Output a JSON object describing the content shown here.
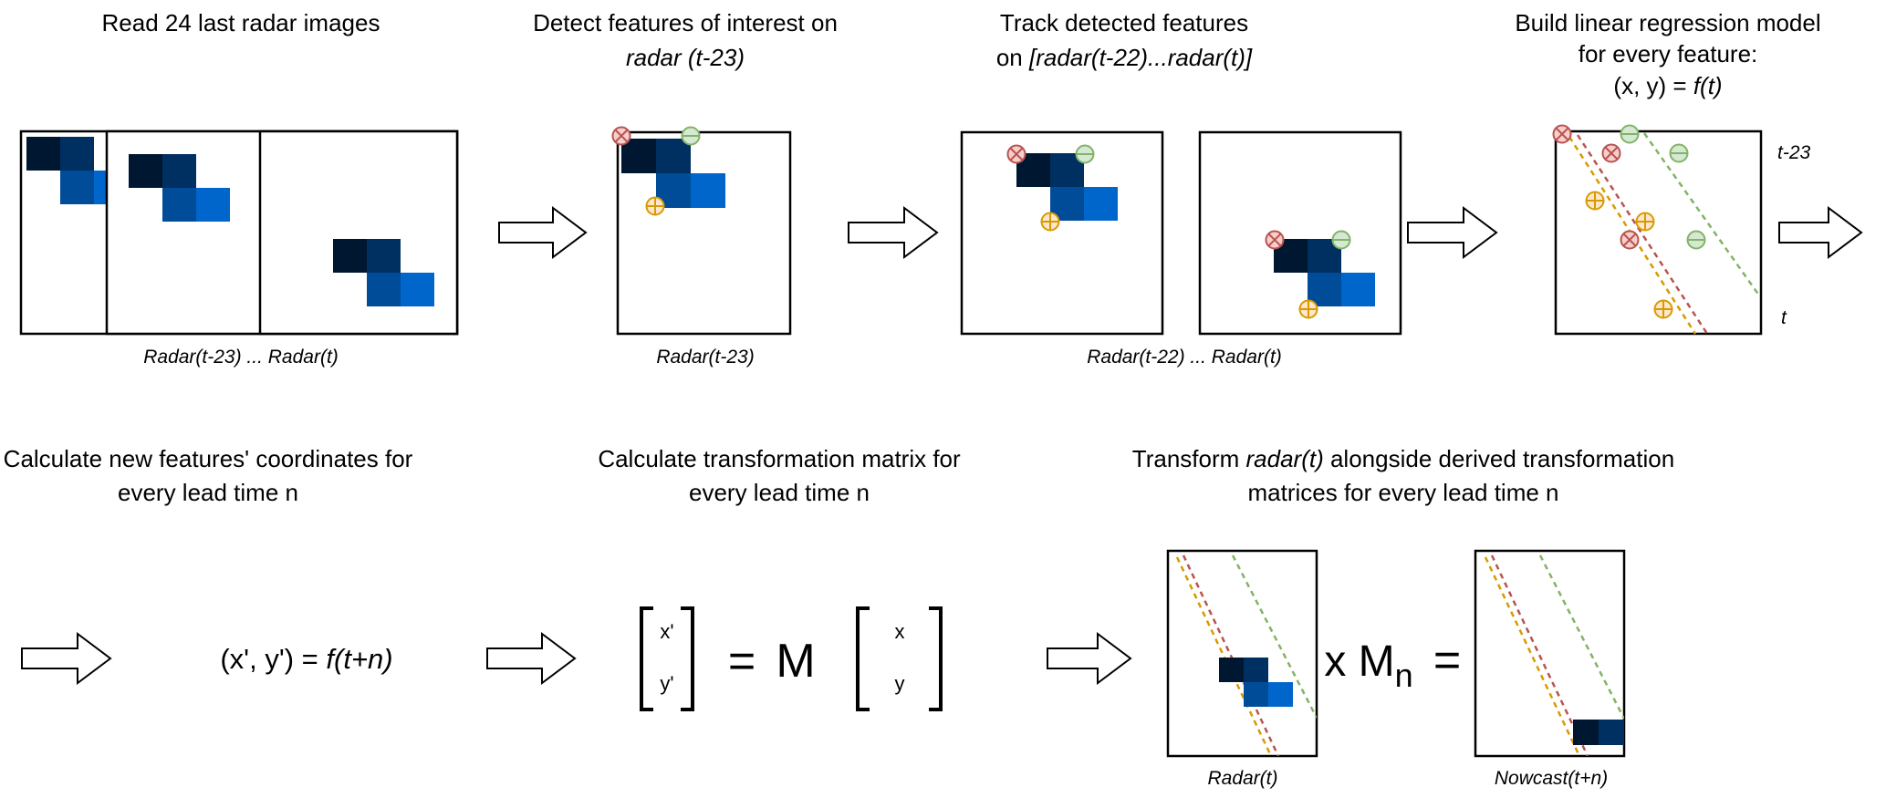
{
  "colors": {
    "cell_darkest": "#001731",
    "cell_dark": "#002f62",
    "cell_mid": "#004c99",
    "cell_light": "#0066cc",
    "feature_red": "#b85450",
    "feature_red_fill": "#f8cecc",
    "feature_green": "#82b366",
    "feature_green_fill": "#d5e8d4",
    "feature_orange": "#d79b00",
    "feature_orange_fill": "#ffe6cc"
  },
  "steps": {
    "read": {
      "title": "Read 24 last radar images",
      "caption": "Radar(t-23) ... Radar(t)"
    },
    "detect": {
      "title_line1": "Detect features of interest on",
      "title_line2": "radar (t-23)",
      "caption": "Radar(t-23)"
    },
    "track": {
      "title_line1": "Track detected features",
      "title_line2_prefix": "on ",
      "title_line2_italic": "[radar(t-22)...radar(t)]",
      "caption": "Radar(t-22) ... Radar(t)"
    },
    "regression": {
      "title_line1": "Build linear regression model",
      "title_line2": "for every feature:",
      "formula_prefix": "(x, y) = ",
      "formula_italic": "f(t)",
      "label_start": "t-23",
      "label_end": "t"
    },
    "coordinates": {
      "title_line1": "Calculate new features' coordinates for",
      "title_line2": "every lead time n",
      "formula_prefix": "(x', y') = ",
      "formula_italic": "f(t+n)"
    },
    "matrix": {
      "title_line1": "Calculate transformation matrix for",
      "title_line2": "every lead time n",
      "lhs_top": "x'",
      "lhs_bottom": "y'",
      "equals": "=",
      "operator": "M",
      "rhs_top": "x",
      "rhs_bottom": "y"
    },
    "transform": {
      "title_prefix": "Transform ",
      "title_italic": "radar(t)",
      "title_suffix": " alongside derived transformation",
      "title_line2": "matrices for every lead time n",
      "times": "x M",
      "subscript": "n",
      "equals": "=",
      "caption_input": "Radar(t)",
      "caption_output": "Nowcast(t+n)"
    }
  },
  "legend_icons": [
    "x-circle-icon",
    "minus-circle-icon",
    "plus-circle-icon",
    "hollow-right-arrow-icon"
  ]
}
